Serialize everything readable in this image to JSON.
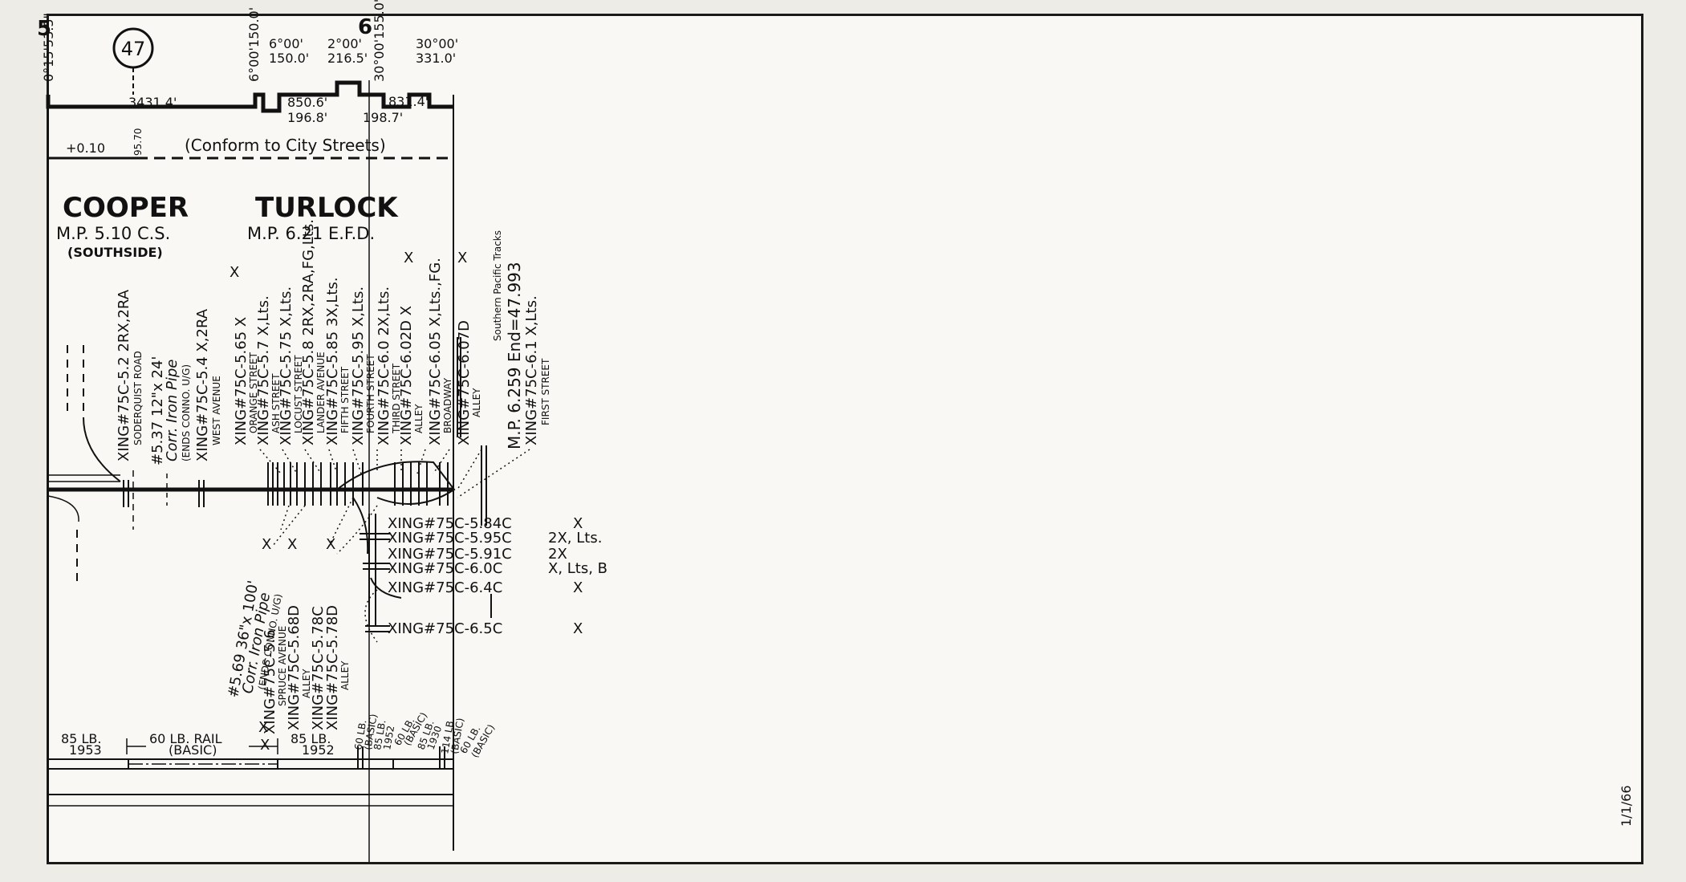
{
  "corner": {
    "left_num": "5",
    "right_num": "6"
  },
  "route_circle": "47",
  "curves": [
    {
      "top": "0°15'53.5\"",
      "bottom": "3431.4'"
    },
    {
      "top": "6°00'150.0'",
      "bottom": ""
    },
    {
      "top": "6°00'",
      "sub": "150.0'",
      "bottom": "850.6'",
      "bottom2": "196.8'"
    },
    {
      "top": "2°00'",
      "sub": "216.5'",
      "bottom": "198.7'"
    },
    {
      "top": "30°00'155.0'",
      "bottom": "831.4'"
    },
    {
      "top": "30°00'",
      "sub": "331.0'"
    }
  ],
  "grade": {
    "value": "+0.10",
    "station": "95.70",
    "note": "(Conform to City Streets)"
  },
  "stations": [
    {
      "name": "COOPER",
      "mp": "M.P. 5.10 C.S.",
      "sub": "(SOUTHSIDE)"
    },
    {
      "name": "TURLOCK",
      "mp": "M.P. 6.21 E.F.D.",
      "sub": ""
    }
  ],
  "upper_xings": [
    {
      "line1": "XING#75C-5.2 2RX,2RA",
      "line2": "SODERQUIST ROAD"
    },
    {
      "line1": "#5.37 12\"x 24'",
      "line2": "Corr. Iron Pipe",
      "line3": "(ENDS CONNO. U/G)"
    },
    {
      "line1": "XING#75C-5.4 X,2RA",
      "line2": "WEST AVENUE"
    },
    {
      "line1": "XING#75C-5.65 X",
      "line2": "ORANGE STREET"
    },
    {
      "line1": "XING#75C-5.7 X,Lts.",
      "line2": "ASH STREET"
    },
    {
      "line1": "XING#75C-5.75 X,Lts.",
      "line2": "LOCUST STREET"
    },
    {
      "line1": "XING#75C-5.8 2RX,2RA,FG,Lts.",
      "line2": "LANDER AVENUE"
    },
    {
      "line1": "XING#75C-5.85 3X,Lts.",
      "line2": "FIFTH STREET"
    },
    {
      "line1": "XING#75C-5.95 X,Lts.",
      "line2": "FOURTH STREET"
    },
    {
      "line1": "XING#75C-6.0 2X,Lts.",
      "line2": "THIRD STREET"
    },
    {
      "line1": "XING#75C-6.02D X",
      "line2": "ALLEY"
    },
    {
      "line1": "XING#75C-6.05 X,Lts.,FG.",
      "line2": "BROADWAY"
    },
    {
      "line1": "XING#75C-6.07D",
      "line2": "ALLEY"
    },
    {
      "line1": "M.P. 6.259 End=47.993",
      "line2": "Southern Pacific Tracks"
    },
    {
      "line1": "XING#75C-6.1 X,Lts.",
      "line2": "FIRST STREET"
    }
  ],
  "upper_x_marks": [
    "X",
    "X",
    "X"
  ],
  "right_xings": [
    {
      "label": "XING#75C-5.84C",
      "prot": "X"
    },
    {
      "label": "XING#75C-5.95C",
      "prot": "2X, Lts."
    },
    {
      "label": "XING#75C-5.91C",
      "prot": "2X"
    },
    {
      "label": "XING#75C-6.0C",
      "prot": "X, Lts, B"
    },
    {
      "label": "XING#75C-6.4C",
      "prot": "X"
    },
    {
      "label": "XING#75C-6.5C",
      "prot": "X"
    }
  ],
  "lower_xings": [
    {
      "line1": "#5.69 36\"x 100'",
      "line2": "Corr. Iron Pipe",
      "line3": "(ENDS CONNO. U/G)"
    },
    {
      "line1": "XING#75C-5.6",
      "line2": "SPRUCE AVENUE"
    },
    {
      "line1": "XING#75C-5.68D",
      "line2": "ALLEY"
    },
    {
      "line1": "XING#75C-5.78C",
      "line2": ""
    },
    {
      "line1": "XING#75C-5.78D",
      "line2": "ALLEY"
    }
  ],
  "lower_x_marks": [
    "X",
    "X",
    "X",
    "X",
    "X"
  ],
  "rail": [
    {
      "top": "85 LB.",
      "bottom": "1953"
    },
    {
      "top": "60 LB. RAIL",
      "bottom": "(BASIC)"
    },
    {
      "top": "85 LB.",
      "bottom": "1952"
    },
    {
      "top": "60 LB.",
      "bottom": "(BASIC)"
    },
    {
      "top": "85 LB.",
      "bottom": "1952"
    },
    {
      "top": "60 LB.",
      "bottom": "(BASIC)"
    },
    {
      "top": "85 LB.",
      "bottom": "1930"
    },
    {
      "top": "114 LB.",
      "bottom": "(BASIC)"
    },
    {
      "top": "60 LB.",
      "bottom": "(BASIC)"
    }
  ],
  "date_stamp": "1/1/66"
}
